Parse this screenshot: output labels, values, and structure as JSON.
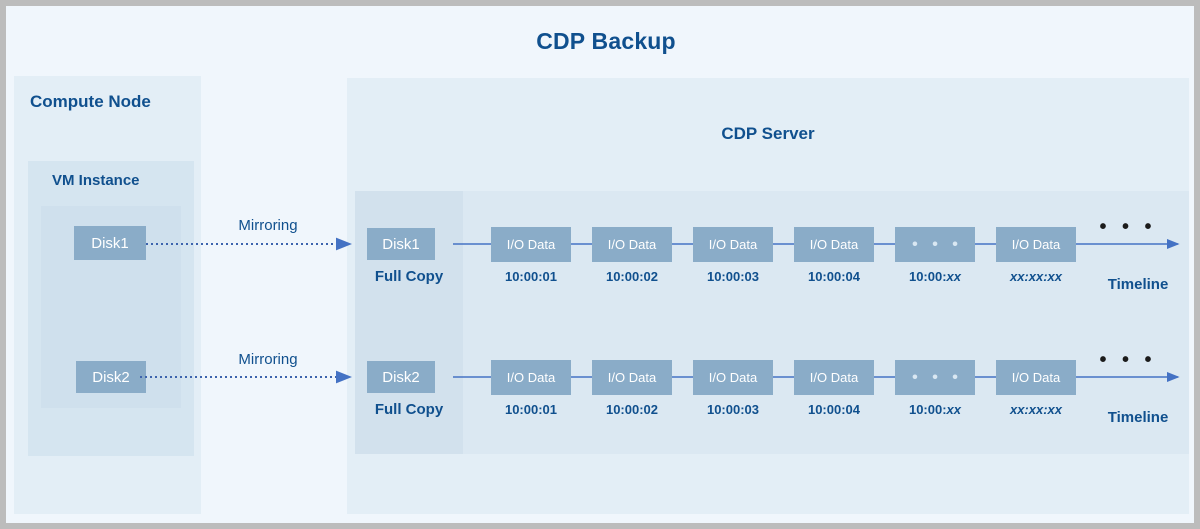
{
  "title": "CDP Backup",
  "colors": {
    "accent": "#10508e",
    "node_fill": "#8aacc8",
    "panel_outer": "#e3eef6",
    "panel_inner": "#dbe8f2",
    "page_bg": "#f0f6fc",
    "border": "#bcbcbc"
  },
  "compute_node": {
    "title": "Compute Node",
    "vm_instance": {
      "title": "VM Instance",
      "disks": [
        {
          "label": "Disk1"
        },
        {
          "label": "Disk2"
        }
      ]
    }
  },
  "mirroring": {
    "label_top": "Mirroring",
    "label_bottom": "Mirroring"
  },
  "cdp_server": {
    "title": "CDP Server",
    "full_copy_label": "Full Copy",
    "timeline_label": "Timeline",
    "trailing_dots": "• • •",
    "rows": [
      {
        "disk": "Disk1",
        "full_copy": "Full Copy",
        "timeline": "Timeline",
        "events": [
          {
            "box": "I/O Data",
            "time": "10:00:01",
            "kind": "data"
          },
          {
            "box": "I/O Data",
            "time": "10:00:02",
            "kind": "data"
          },
          {
            "box": "I/O Data",
            "time": "10:00:03",
            "kind": "data"
          },
          {
            "box": "I/O Data",
            "time": "10:00:04",
            "kind": "data"
          },
          {
            "box": "• • •",
            "time_prefix": "10:00:",
            "time_italic": "xx",
            "kind": "ellipsis"
          },
          {
            "box": "I/O Data",
            "time_prefix": "",
            "time_italic": "xx:xx:xx",
            "kind": "data"
          }
        ]
      },
      {
        "disk": "Disk2",
        "full_copy": "Full Copy",
        "timeline": "Timeline",
        "events": [
          {
            "box": "I/O Data",
            "time": "10:00:01",
            "kind": "data"
          },
          {
            "box": "I/O Data",
            "time": "10:00:02",
            "kind": "data"
          },
          {
            "box": "I/O Data",
            "time": "10:00:03",
            "kind": "data"
          },
          {
            "box": "I/O Data",
            "time": "10:00:04",
            "kind": "data"
          },
          {
            "box": "• • •",
            "time_prefix": "10:00:",
            "time_italic": "xx",
            "kind": "ellipsis"
          },
          {
            "box": "I/O Data",
            "time_prefix": "",
            "time_italic": "xx:xx:xx",
            "kind": "data"
          }
        ]
      }
    ]
  }
}
